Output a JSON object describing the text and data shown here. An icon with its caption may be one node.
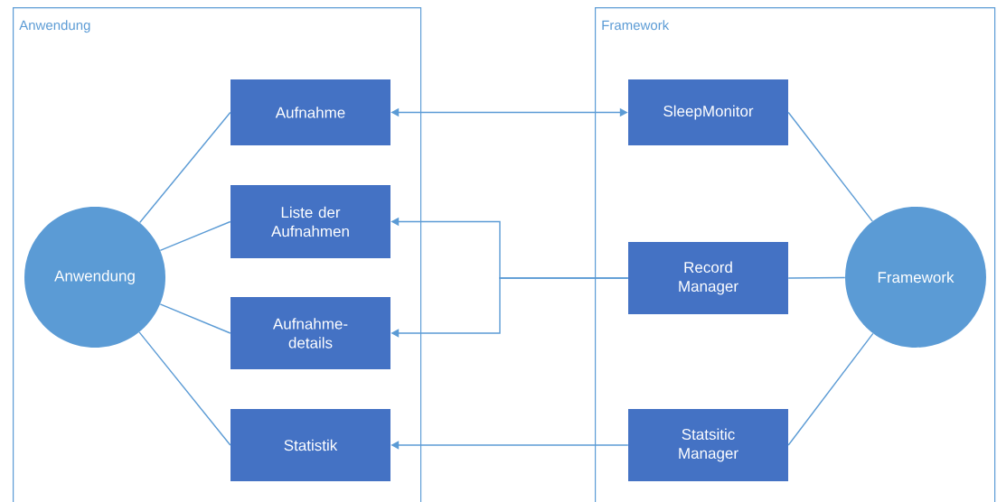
{
  "diagram": {
    "nodes": [
      {
        "text": [
          "Anwendung"
        ]
      },
      {
        "text": [
          "Anwendung"
        ],
        "in": 0
      },
      {
        "text": [
          "Aufnahme"
        ],
        "in": 0
      },
      {
        "text": [
          "Liste der Aufnahmen"
        ],
        "in": 0
      },
      {
        "text": [
          "Aufnahme- details"
        ],
        "in": 0
      },
      {
        "text": [
          "Statistik"
        ],
        "in": 0
      },
      {
        "text": [
          "Framework"
        ]
      },
      {
        "text": [
          "SleepMonitor"
        ],
        "in": 6
      },
      {
        "text": [
          "Record Manager"
        ],
        "in": 6
      },
      {
        "text": [
          "Statsitic Manager"
        ],
        "in": 6
      },
      {
        "text": [
          "Framework"
        ],
        "in": 6
      }
    ],
    "edges": [
      {
        "from": 1,
        "to": 2,
        "arrow": "none"
      },
      {
        "from": 1,
        "to": 3,
        "arrow": "none"
      },
      {
        "from": 1,
        "to": 4,
        "arrow": "none"
      },
      {
        "from": 1,
        "to": 5,
        "arrow": "none"
      },
      {
        "from": 2,
        "to": 7,
        "arrow": "both"
      },
      {
        "from": 8,
        "to": 3,
        "arrow": "to"
      },
      {
        "from": 8,
        "to": 4,
        "arrow": "to"
      },
      {
        "from": 9,
        "to": 5,
        "arrow": "to"
      },
      {
        "from": 10,
        "to": 7,
        "arrow": "none"
      },
      {
        "from": 10,
        "to": 8,
        "arrow": "none"
      },
      {
        "from": 10,
        "to": 9,
        "arrow": "none"
      }
    ]
  }
}
